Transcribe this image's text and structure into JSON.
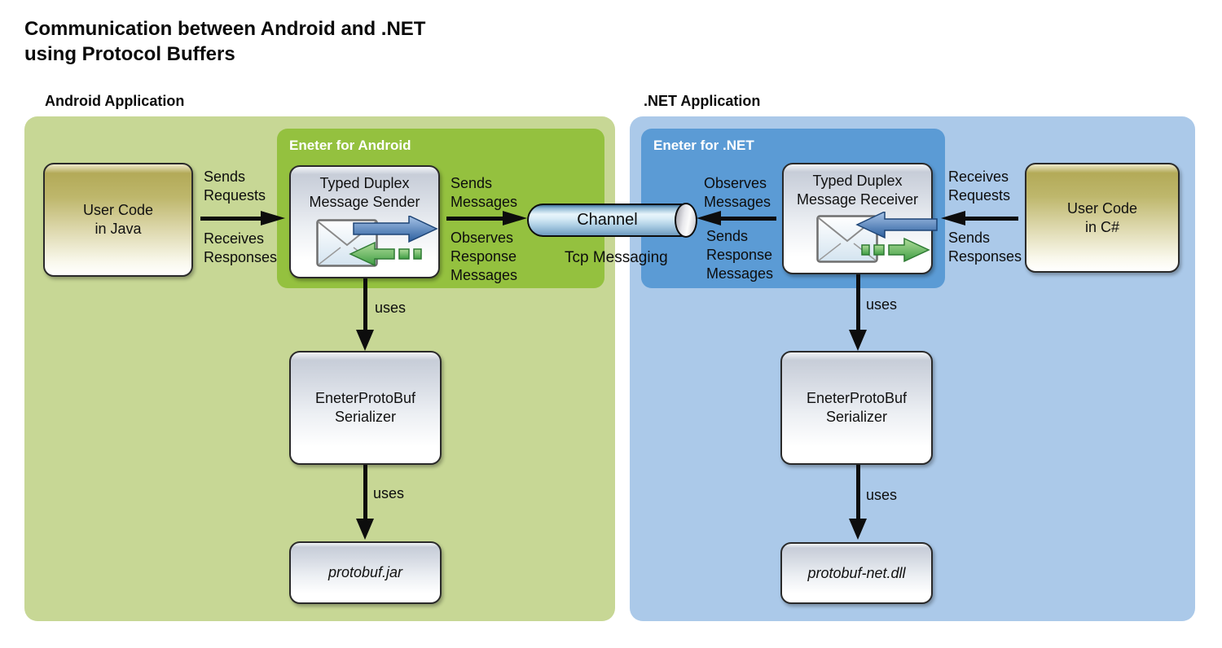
{
  "title": "Communication between Android and .NET\nusing Protocol Buffers",
  "android": {
    "header": "Android Application",
    "eneter_title": "Eneter for Android",
    "user_code": "User Code\nin Java",
    "endpoint": "Typed Duplex\nMessage Sender",
    "sends_requests": "Sends\nRequests",
    "receives_responses": "Receives\nResponses",
    "sends_messages": "Sends\nMessages",
    "observes_response_messages": "Observes\nResponse\nMessages",
    "uses_label_1": "uses",
    "uses_label_2": "uses",
    "serializer": "EneterProtoBuf\nSerializer",
    "library": "protobuf.jar"
  },
  "net": {
    "header": ".NET Application",
    "eneter_title": "Eneter for .NET",
    "user_code": "User Code\nin C#",
    "endpoint": "Typed Duplex\nMessage Receiver",
    "observes_messages": "Observes\nMessages",
    "sends_response_messages": "Sends\nResponse\nMessages",
    "receives_requests": "Receives\nRequests",
    "sends_responses": "Sends\nResponses",
    "uses_label_1": "uses",
    "uses_label_2": "uses",
    "serializer": "EneterProtoBuf\nSerializer",
    "library": "protobuf-net.dll"
  },
  "channel": {
    "label": "Channel",
    "transport": "Tcp Messaging"
  },
  "colors": {
    "android_panel": "#c7d795",
    "android_accent": "#94c13f",
    "net_panel": "#abc9e9",
    "net_accent": "#5b9bd5",
    "user_code_box_top": "#b3aa58",
    "send_arrow_blue": "#3465a8",
    "response_arrow_green": "#44a047",
    "arrow_black": "#0d0d0d"
  }
}
